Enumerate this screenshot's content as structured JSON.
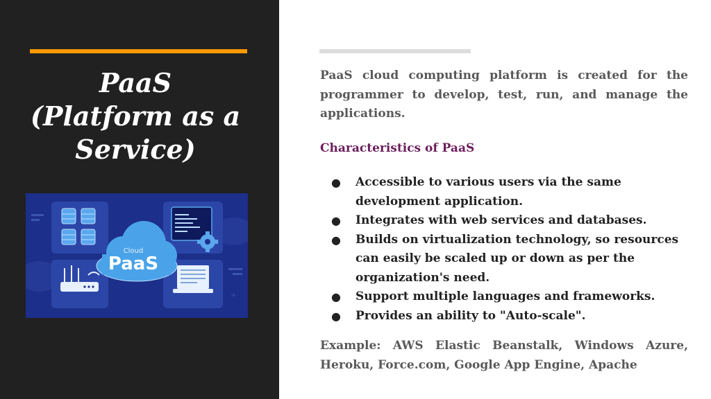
{
  "slide": {
    "title_lines": [
      "PaaS",
      "(Platform as a",
      "Service)"
    ],
    "illustration": {
      "cloud_label": "Cloud",
      "cloud_title": "PaaS",
      "icons": [
        "database-icon",
        "code-editor-icon",
        "gear-icon",
        "router-icon",
        "laptop-icon",
        "cloud-icon"
      ]
    },
    "intro": "PaaS cloud computing platform is created for the programmer to develop, test, run, and manage the applications.",
    "subheading": "Characteristics of PaaS",
    "bullet_glyph": "●",
    "characteristics": [
      "Accessible to various users via the same development application.",
      "Integrates with web services and databases.",
      "Builds on virtualization technology, so resources can easily be scaled up or down as per the organization's need.",
      "Support multiple languages and frameworks.",
      "Provides an ability to \"Auto-scale\"."
    ],
    "example": "Example: AWS Elastic Beanstalk, Windows Azure, Heroku, Force.com, Google App Engine, Apache"
  },
  "colors": {
    "left_background": "#212121",
    "accent_orange": "#ff9900",
    "subheading_purple": "#6b1e5c",
    "body_gray": "#595959",
    "illustration_blue": "#1c2f8a",
    "cloud_blue": "#4aa3e8"
  }
}
